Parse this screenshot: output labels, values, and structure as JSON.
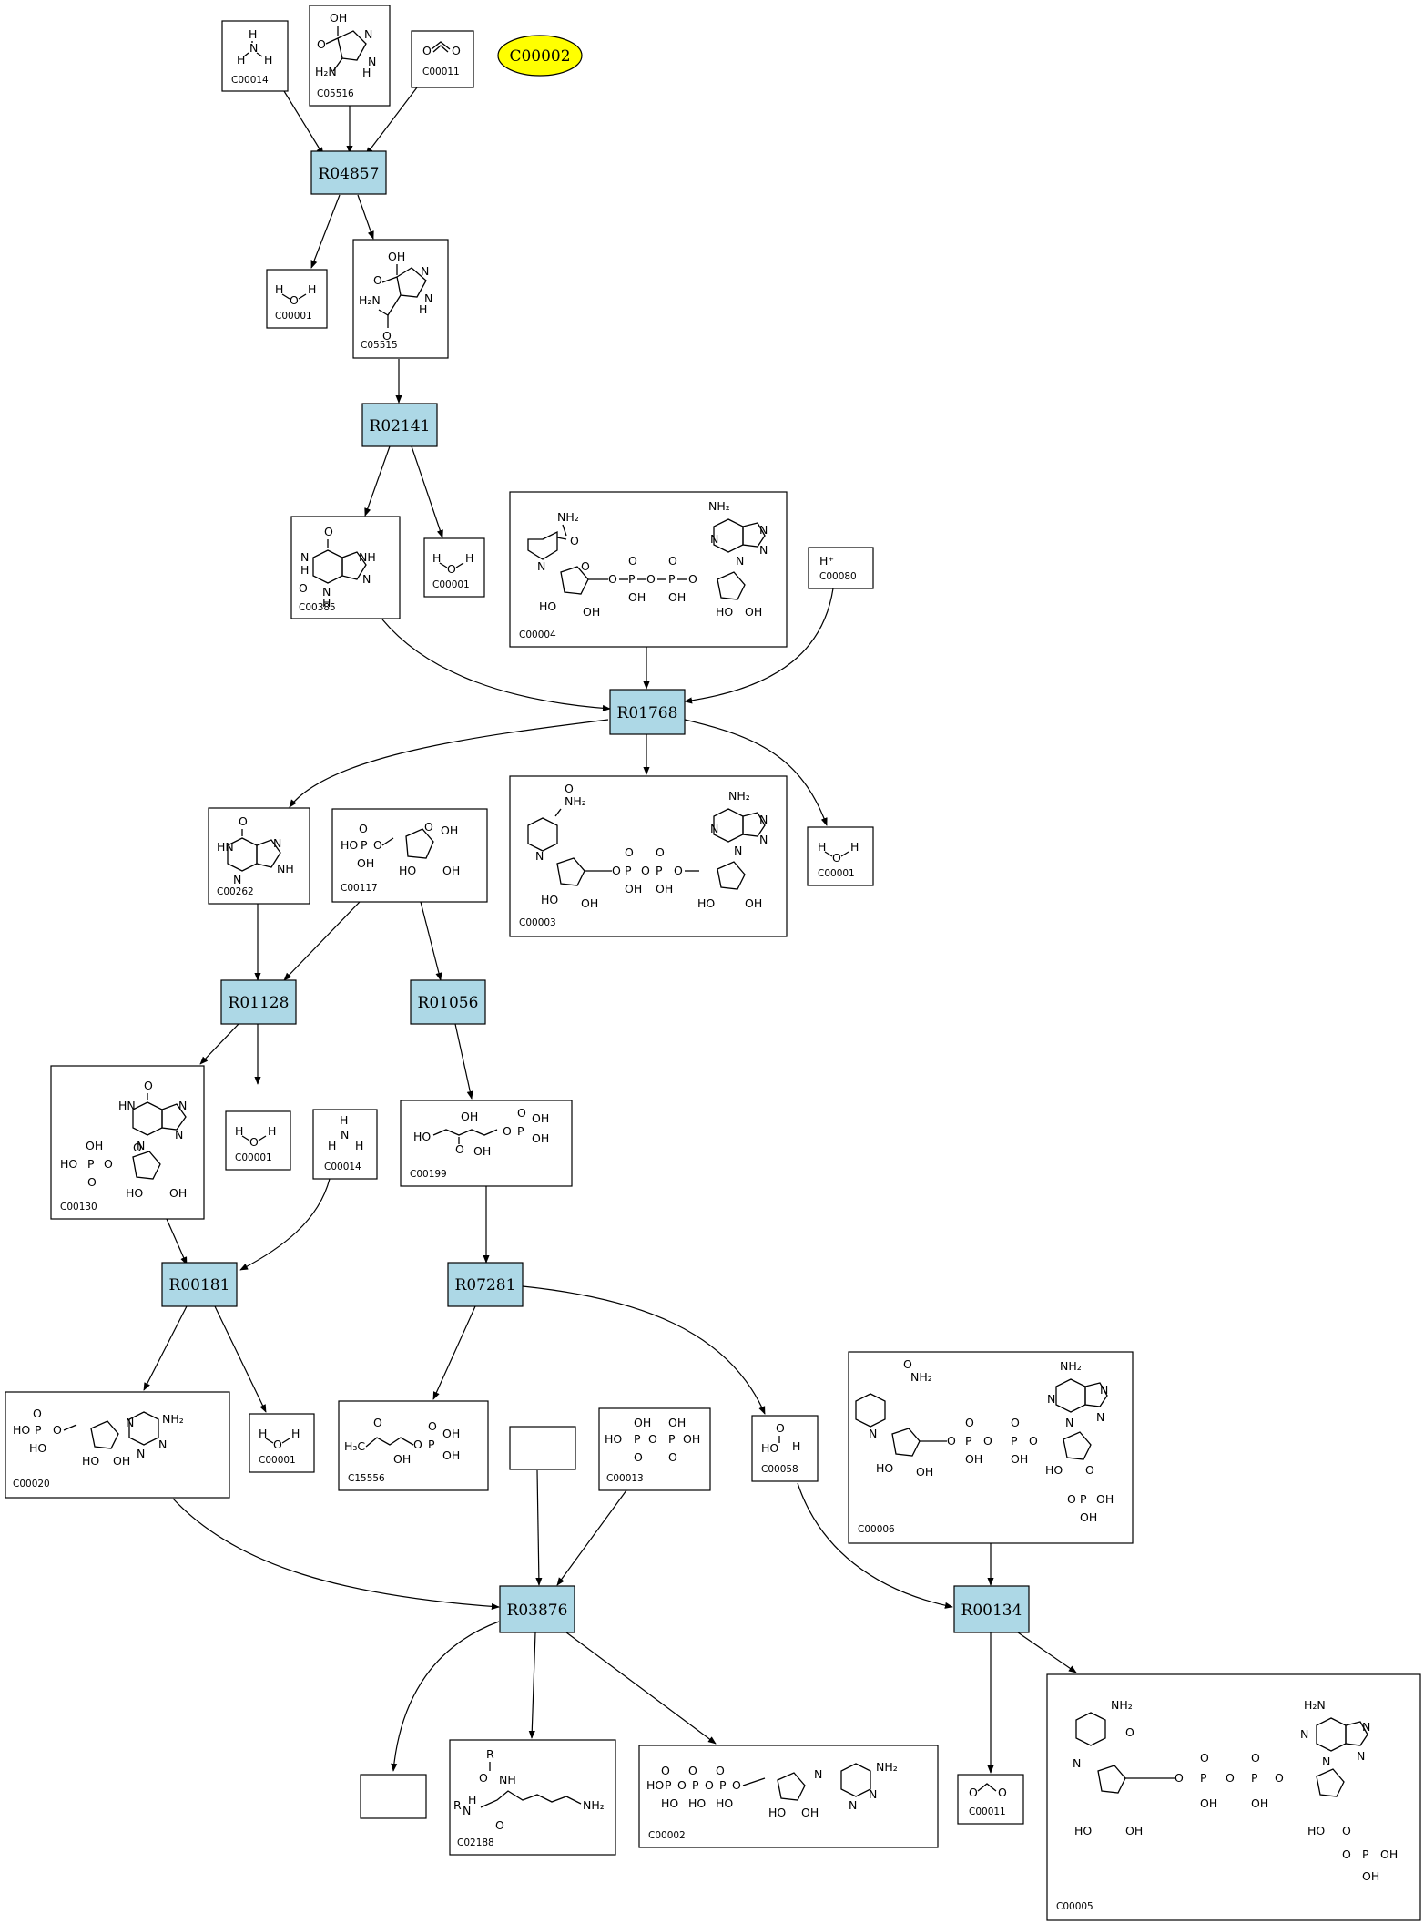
{
  "diagram": {
    "highlighted_compound": "C00002",
    "reactions": [
      "R04857",
      "R02141",
      "R01768",
      "R01128",
      "R01056",
      "R00181",
      "R07281",
      "R03876",
      "R00134"
    ],
    "compounds": [
      "C00014",
      "C05516",
      "C00011",
      "C00001",
      "C05515",
      "C00385",
      "C00001",
      "C00004",
      "C00080",
      "C00262",
      "C00117",
      "C00003",
      "C00001",
      "C00130",
      "C00001",
      "C00014",
      "C00199",
      "C00020",
      "C00001",
      "C15556",
      "C00013",
      "C00058",
      "C00006",
      "C02188",
      "C00002",
      "C00011",
      "C00005"
    ]
  }
}
